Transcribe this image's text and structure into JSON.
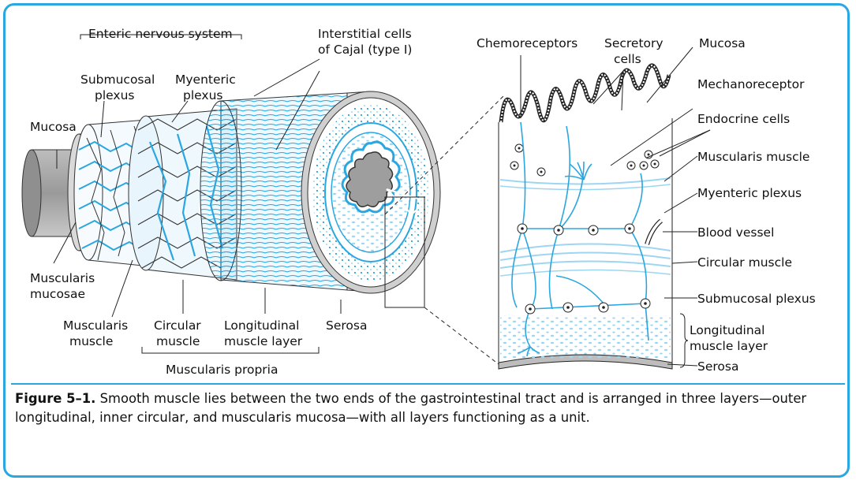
{
  "labels": {
    "enteric": "Enteric nervous system",
    "submucosal_1": "Submucosal",
    "submucosal_2": "plexus",
    "myenteric_1": "Myenteric",
    "myenteric_2": "plexus",
    "icc_1": "Interstitial cells",
    "icc_2": "of Cajal (type I)",
    "mucosa_left": "Mucosa",
    "musc_mucosae_1": "Muscularis",
    "musc_mucosae_2": "mucosae",
    "musc_muscle_1": "Muscularis",
    "musc_muscle_2": "muscle",
    "circular_1": "Circular",
    "circular_2": "muscle",
    "longitudinal_1": "Longitudinal",
    "longitudinal_2": "muscle layer",
    "serosa_left": "Serosa",
    "muscularis_propria": "Muscularis propria",
    "chemoreceptors": "Chemoreceptors",
    "secretory_1": "Secretory",
    "secretory_2": "cells",
    "mucosa_right": "Mucosa",
    "mechanoreceptor": "Mechanoreceptor",
    "endocrine": "Endocrine cells",
    "muscularis_muscle_r": "Muscularis muscle",
    "myenteric_r": "Myenteric plexus",
    "blood_vessel": "Blood vessel",
    "circular_r": "Circular muscle",
    "submucosal_r": "Submucosal plexus",
    "longitudinal_r1": "Longitudinal",
    "longitudinal_r2": "muscle layer",
    "serosa_right": "Serosa"
  },
  "caption": {
    "figure_label": "Figure 5–1.",
    "text": "Smooth muscle lies between the two ends of the gastrointestinal tract and is arranged in three layers—outer longitudinal, inner circular, and muscularis mucosa—with all layers functioning as a unit."
  },
  "colors": {
    "accent": "#2aa7e0",
    "ink": "#111111",
    "gray": "#8a8a8a"
  }
}
